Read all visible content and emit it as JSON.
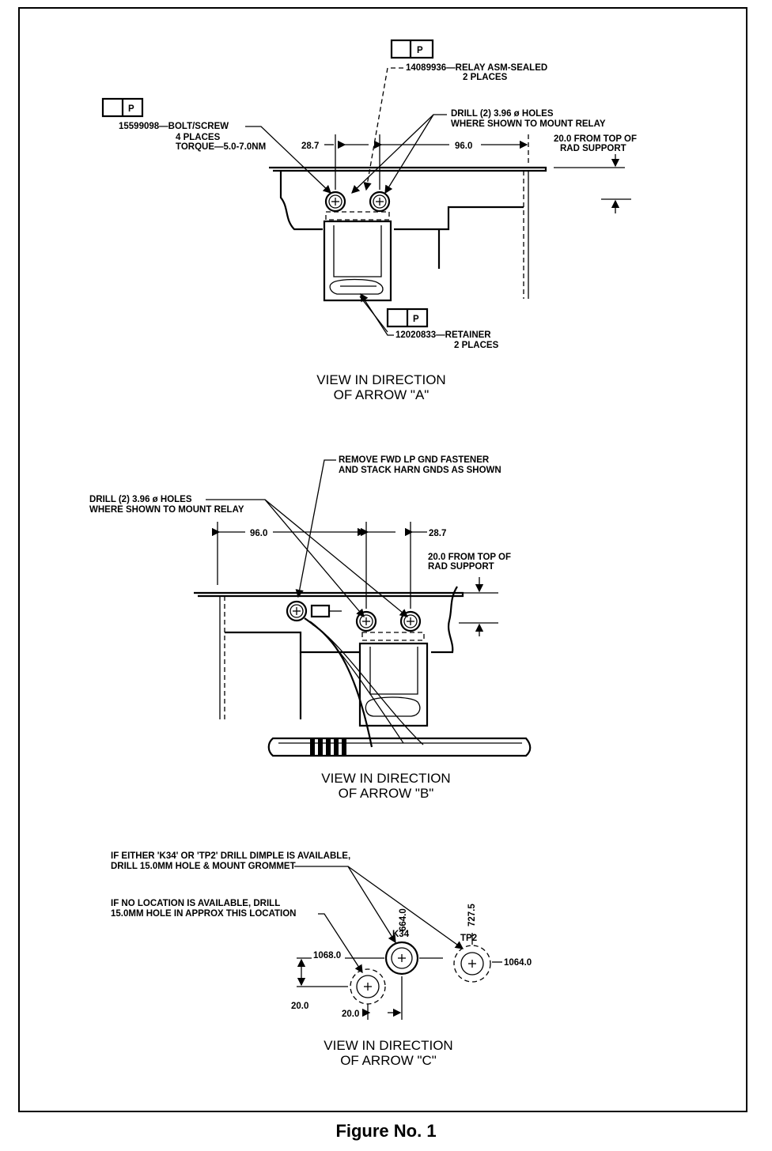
{
  "view_a": {
    "part_code": "P",
    "relay_callout": [
      "14089936—RELAY ASM-SEALED",
      "2 PLACES"
    ],
    "bolt_callout": [
      "15599098—BOLT/SCREW",
      "4 PLACES",
      "TORQUE—5.0-7.0NM"
    ],
    "drill_callout": [
      "DRILL (2) 3.96 ø HOLES",
      "WHERE SHOWN TO MOUNT RELAY"
    ],
    "dim_left": "28.7",
    "dim_right": "96.0",
    "rad_note": [
      "20.0 FROM TOP OF",
      "RAD SUPPORT"
    ],
    "retainer_callout": [
      "12020833—RETAINER",
      "2 PLACES"
    ],
    "view_title": [
      "VIEW IN DIRECTION",
      "OF ARROW \"A\""
    ]
  },
  "view_b": {
    "remove_callout": [
      "REMOVE FWD LP GND FASTENER",
      "AND STACK HARN GNDS AS SHOWN"
    ],
    "drill_callout": [
      "DRILL (2) 3.96 ø HOLES",
      "WHERE SHOWN TO MOUNT RELAY"
    ],
    "dim_left": "96.0",
    "dim_right": "28.7",
    "rad_note": [
      "20.0 FROM TOP OF",
      "RAD SUPPORT"
    ],
    "view_title": [
      "VIEW IN DIRECTION",
      "OF ARROW \"B\""
    ]
  },
  "view_c": {
    "dimple_note": [
      "IF EITHER 'K34' OR 'TP2' DRILL DIMPLE IS AVAILABLE,",
      "DRILL 15.0MM HOLE & MOUNT GROMMET"
    ],
    "no_location_note": [
      "IF NO LOCATION IS AVAILABLE, DRILL",
      "15.0MM HOLE IN APPROX THIS LOCATION"
    ],
    "k34_label": "K34",
    "k34_dim": "664.0",
    "tp2_label": "TP2",
    "tp2_dim": "727.5",
    "dim_1068": "1068.0",
    "dim_1064": "1064.0",
    "dim_vert": "20.0",
    "dim_horiz": "20.0",
    "view_title": [
      "VIEW IN DIRECTION",
      "OF ARROW \"C\""
    ]
  },
  "figure_caption": "Figure No. 1"
}
